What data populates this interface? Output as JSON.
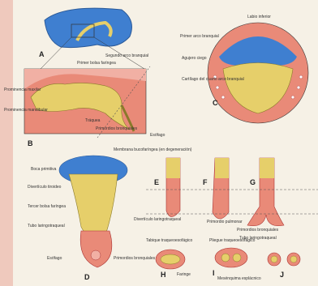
{
  "panels": {
    "A": {
      "letter": "A",
      "labels": {
        "primer_bolsa": "Primer bolsa faríngea",
        "segundo_arco": "Segundo arco branquial"
      }
    },
    "B": {
      "letter": "B",
      "labels": {
        "left_upper": "Prominencia maxilar",
        "left_lower": "Prominencia mandibular",
        "traquea": "Tráquea",
        "primordios": "Primordios bronquiales",
        "esofago": "Esófago"
      }
    },
    "C": {
      "letter": "C",
      "labels": {
        "labio_inferior": "Labio inferior",
        "primer_arco": "Primer arco branquial",
        "agujero_ciego": "Agujero ciego",
        "cartilago": "Cartílago del cuarto arco branquial"
      }
    },
    "D": {
      "letter": "D",
      "labels": {
        "membrana": "Membrana bucofaríngea (en degeneración)",
        "boca_primitiva": "Boca primitiva",
        "divertículo": "Divertículo tiroideo",
        "tercer_bolsa": "Tercer bolsa faríngea",
        "tubo": "Tubo laringotraqueal",
        "esofago": "Esófago",
        "primordios": "Primordios bronquiales"
      }
    },
    "E": {
      "letter": "E",
      "labels": {
        "divertículo": "Divertículo laringotraqueal"
      }
    },
    "F": {
      "letter": "F",
      "labels": {
        "primordio": "Primordio pulmonar"
      }
    },
    "G": {
      "letter": "G",
      "labels": {
        "primordios": "Primordios bronquiales",
        "tubo": "Tubo laringotraqueal"
      }
    },
    "H": {
      "letter": "H",
      "labels": {
        "tabique": "Tabique traqueoesofágico",
        "faringe": "Faringe"
      }
    },
    "I": {
      "letter": "I",
      "labels": {
        "pliegue": "Pliegue traqueoesofágico",
        "mesenquima": "Mesénquima esplácnico"
      }
    },
    "J": {
      "letter": "J"
    }
  },
  "colors": {
    "blue": "#3f7fd0",
    "yellow": "#e6cf6a",
    "salmon": "#e98a78",
    "pink": "#f1b0a4",
    "background": "#f6f1e6",
    "left_strip": "#efc9bd"
  }
}
